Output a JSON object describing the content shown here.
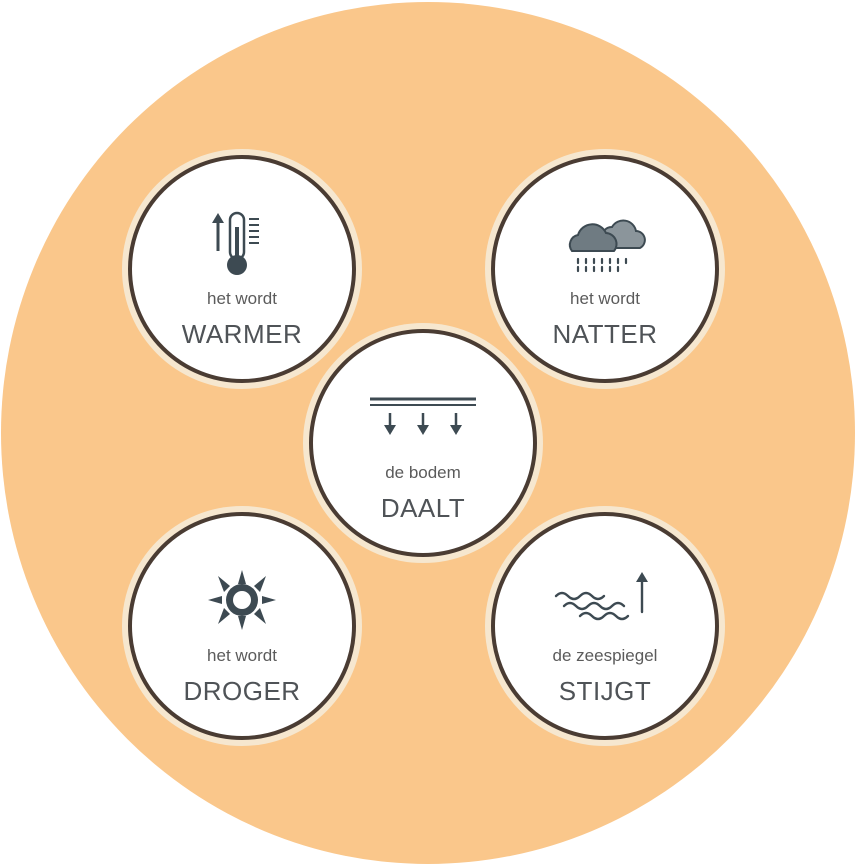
{
  "colors": {
    "background_disc": "#fac78b",
    "ring": "#4a3c33",
    "ring_halo": "#f6e7cf",
    "icon": "#3d4a52",
    "text": "#4f5357"
  },
  "items": {
    "warmer": {
      "icon": "thermometer-up-icon",
      "small": "het wordt",
      "big": "WARMER"
    },
    "natter": {
      "icon": "rain-cloud-icon",
      "small": "het wordt",
      "big": "NATTER"
    },
    "daalt": {
      "icon": "ground-sinking-icon",
      "small": "de bodem",
      "big": "DAALT"
    },
    "droger": {
      "icon": "sun-icon",
      "small": "het wordt",
      "big": "DROGER"
    },
    "stijgt": {
      "icon": "waves-rising-icon",
      "small": "de zeespiegel",
      "big": "STIJGT"
    }
  }
}
